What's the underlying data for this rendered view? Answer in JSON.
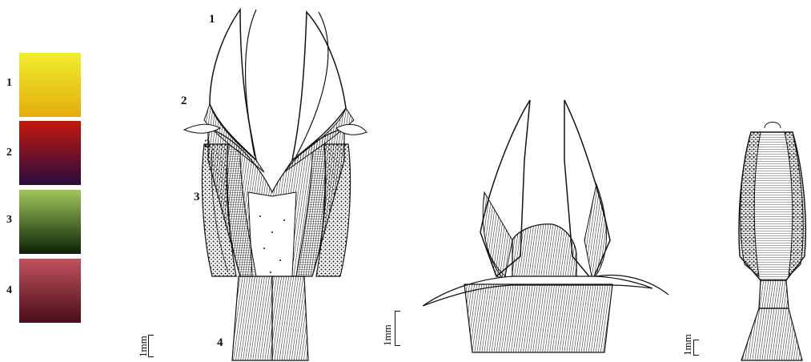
{
  "swatches": [
    {
      "label": "1",
      "top": "#f0ee2e",
      "bottom": "#e4ad0c"
    },
    {
      "label": "2",
      "top": "#c4180d",
      "bottom": "#2a0a3e"
    },
    {
      "label": "3",
      "top": "#a2c65a",
      "bottom": "#0c2207"
    },
    {
      "label": "4",
      "top": "#c1525c",
      "bottom": "#4a0d1a"
    }
  ],
  "figure_labels": [
    "1",
    "2",
    "2",
    "3",
    "4"
  ],
  "scale_bars": [
    {
      "text": "1mm"
    },
    {
      "text": "1mm"
    },
    {
      "text": "1mm"
    }
  ]
}
